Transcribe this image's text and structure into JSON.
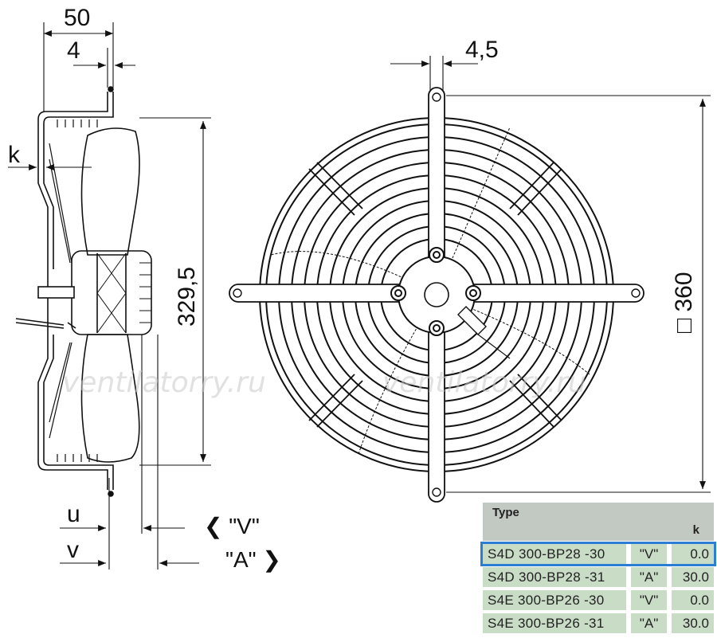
{
  "dimensions": {
    "d50": "50",
    "d4": "4",
    "dk": "k",
    "d329": "329,5",
    "du": "u",
    "dv": "v",
    "d45": "4,5",
    "d360": "□ 360",
    "variantV": "❮ \"V\"",
    "variantA": "\"A\" ❯"
  },
  "watermark": "ventilatorry.ru",
  "table": {
    "type_header": "Type",
    "k_header": "k",
    "rows": [
      {
        "type": "S4D  300-BP28  -30",
        "variant": "\"V\"",
        "k": "0.0",
        "selected": true
      },
      {
        "type": "S4D  300-BP28  -31",
        "variant": "\"A\"",
        "k": "30.0",
        "selected": false
      },
      {
        "type": "S4E  300-BP26  -30",
        "variant": "\"V\"",
        "k": "0.0",
        "selected": false
      },
      {
        "type": "S4E  300-BP26  -31",
        "variant": "\"A\"",
        "k": "30.0",
        "selected": false
      }
    ]
  }
}
